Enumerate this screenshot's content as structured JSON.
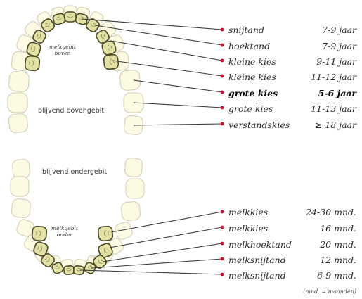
{
  "upper": {
    "milk_label": "melkgebit boven",
    "permanent_label": "blijvend bovengebit",
    "rows": [
      {
        "name": "snijtand",
        "age": "7-9 jaar",
        "bold": false
      },
      {
        "name": "hoektand",
        "age": "7-9 jaar",
        "bold": false
      },
      {
        "name": "kleine kies",
        "age": "9-11 jaar",
        "bold": false
      },
      {
        "name": "kleine kies",
        "age": "11-12 jaar",
        "bold": false
      },
      {
        "name": "grote kies",
        "age": "5-6 jaar",
        "bold": true
      },
      {
        "name": "grote kies",
        "age": "11-13 jaar",
        "bold": false
      },
      {
        "name": "verstandskies",
        "age": "≥ 18 jaar",
        "bold": false
      }
    ]
  },
  "lower": {
    "permanent_label": "blijvend ondergebit",
    "milk_label": "melkgebit onder",
    "rows": [
      {
        "name": "melkkies",
        "age": "24-30 mnd.",
        "bold": false
      },
      {
        "name": "melkkies",
        "age": "16 mnd.",
        "bold": false
      },
      {
        "name": "melkhoektand",
        "age": "20 mnd.",
        "bold": false
      },
      {
        "name": "melksnijtand",
        "age": "12 mnd.",
        "bold": false
      },
      {
        "name": "melksnijtand",
        "age": "6-9 mnd.",
        "bold": false
      }
    ]
  },
  "footnote": "(mnd. = maanden)",
  "colors": {
    "milk_tooth_fill": "#e4e1a4",
    "milk_tooth_stroke": "#4a4a28",
    "permanent_tooth_fill": "#fdfae4",
    "permanent_tooth_stroke": "#cfcbb0",
    "leader_line": "#3a3a3a",
    "dot": "#c8102e"
  }
}
